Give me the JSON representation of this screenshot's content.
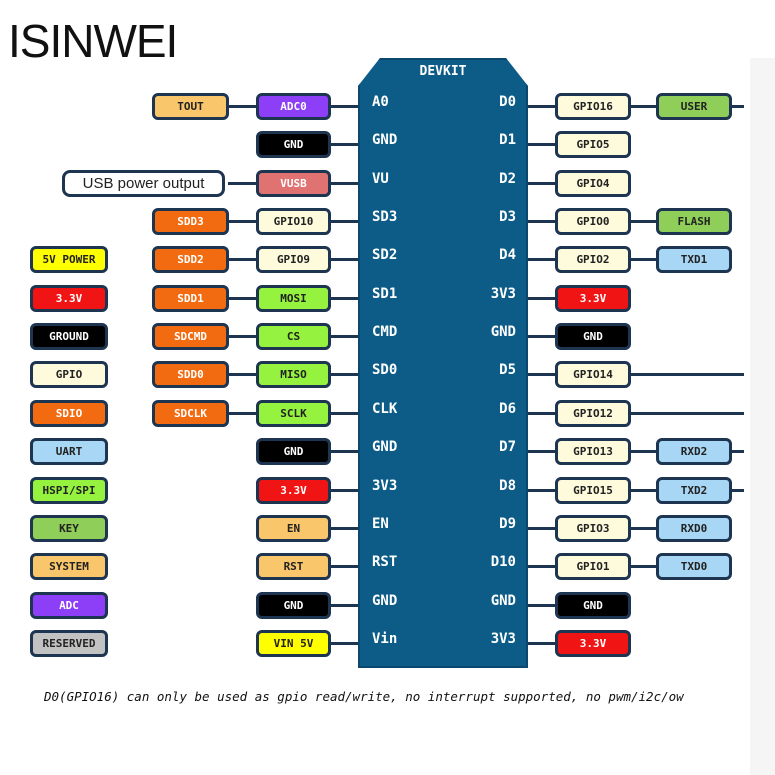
{
  "title": "ISINWEI",
  "board": {
    "title": "DEVKIT"
  },
  "colors": {
    "tout": "#f9c66c",
    "adc": "#8c3ff6",
    "gnd": "#000000",
    "vusb": "#e07272",
    "sdio": "#f26b10",
    "gpio": "#fdfbdb",
    "spi": "#95f23f",
    "power33": "#f01414",
    "system": "#f9c66c",
    "vin": "#ffff00",
    "key": "#8fce58",
    "uart": "#a8d6f5",
    "reserved": "#c2c2c2"
  },
  "left_rows": [
    {
      "pin": "A0",
      "inner": {
        "label": "TOUT",
        "c": "tout"
      },
      "fn": {
        "label": "ADC0",
        "c": "adc"
      }
    },
    {
      "pin": "GND",
      "fn": {
        "label": "GND",
        "c": "gnd"
      }
    },
    {
      "pin": "VU",
      "inner": {
        "label": "USB power output",
        "c": "usb"
      },
      "fn": {
        "label": "VUSB",
        "c": "vusb"
      }
    },
    {
      "pin": "SD3",
      "inner": {
        "label": "SDD3",
        "c": "sdio"
      },
      "fn": {
        "label": "GPIO10",
        "c": "gpio"
      }
    },
    {
      "pin": "SD2",
      "inner": {
        "label": "SDD2",
        "c": "sdio"
      },
      "fn": {
        "label": "GPIO9",
        "c": "gpio"
      }
    },
    {
      "pin": "SD1",
      "inner": {
        "label": "SDD1",
        "c": "sdio"
      },
      "fn": {
        "label": "MOSI",
        "c": "spi"
      }
    },
    {
      "pin": "CMD",
      "inner": {
        "label": "SDCMD",
        "c": "sdio"
      },
      "fn": {
        "label": "CS",
        "c": "spi"
      }
    },
    {
      "pin": "SD0",
      "inner": {
        "label": "SDD0",
        "c": "sdio"
      },
      "fn": {
        "label": "MISO",
        "c": "spi"
      }
    },
    {
      "pin": "CLK",
      "inner": {
        "label": "SDCLK",
        "c": "sdio"
      },
      "fn": {
        "label": "SCLK",
        "c": "spi"
      }
    },
    {
      "pin": "GND",
      "fn": {
        "label": "GND",
        "c": "gnd"
      }
    },
    {
      "pin": "3V3",
      "fn": {
        "label": "3.3V",
        "c": "power33"
      }
    },
    {
      "pin": "EN",
      "fn": {
        "label": "EN",
        "c": "system"
      }
    },
    {
      "pin": "RST",
      "fn": {
        "label": "RST",
        "c": "system"
      }
    },
    {
      "pin": "GND",
      "fn": {
        "label": "GND",
        "c": "gnd"
      }
    },
    {
      "pin": "Vin",
      "fn": {
        "label": "VIN 5V",
        "c": "vin"
      }
    }
  ],
  "right_rows": [
    {
      "pin": "D0",
      "fn": {
        "label": "GPIO16",
        "c": "gpio"
      },
      "alt": {
        "label": "USER",
        "c": "key"
      },
      "ext": true
    },
    {
      "pin": "D1",
      "fn": {
        "label": "GPIO5",
        "c": "gpio"
      }
    },
    {
      "pin": "D2",
      "fn": {
        "label": "GPIO4",
        "c": "gpio"
      }
    },
    {
      "pin": "D3",
      "fn": {
        "label": "GPIO0",
        "c": "gpio"
      },
      "alt": {
        "label": "FLASH",
        "c": "key"
      }
    },
    {
      "pin": "D4",
      "fn": {
        "label": "GPIO2",
        "c": "gpio"
      },
      "alt": {
        "label": "TXD1",
        "c": "uart"
      }
    },
    {
      "pin": "3V3",
      "fn": {
        "label": "3.3V",
        "c": "power33"
      }
    },
    {
      "pin": "GND",
      "fn": {
        "label": "GND",
        "c": "gnd"
      }
    },
    {
      "pin": "D5",
      "fn": {
        "label": "GPIO14",
        "c": "gpio"
      },
      "ext": true
    },
    {
      "pin": "D6",
      "fn": {
        "label": "GPIO12",
        "c": "gpio"
      },
      "ext": true
    },
    {
      "pin": "D7",
      "fn": {
        "label": "GPIO13",
        "c": "gpio"
      },
      "alt": {
        "label": "RXD2",
        "c": "uart"
      },
      "ext": true
    },
    {
      "pin": "D8",
      "fn": {
        "label": "GPIO15",
        "c": "gpio"
      },
      "alt": {
        "label": "TXD2",
        "c": "uart"
      },
      "ext": true
    },
    {
      "pin": "D9",
      "fn": {
        "label": "GPIO3",
        "c": "gpio"
      },
      "alt": {
        "label": "RXD0",
        "c": "uart"
      }
    },
    {
      "pin": "D10",
      "fn": {
        "label": "GPIO1",
        "c": "gpio"
      },
      "alt": {
        "label": "TXD0",
        "c": "uart"
      }
    },
    {
      "pin": "GND",
      "fn": {
        "label": "GND",
        "c": "gnd"
      }
    },
    {
      "pin": "3V3",
      "fn": {
        "label": "3.3V",
        "c": "power33"
      }
    }
  ],
  "legend": [
    {
      "label": "5V POWER",
      "c": "vin"
    },
    {
      "label": "3.3V",
      "c": "power33"
    },
    {
      "label": "GROUND",
      "c": "gnd"
    },
    {
      "label": "GPIO",
      "c": "gpio"
    },
    {
      "label": "SDIO",
      "c": "sdio"
    },
    {
      "label": "UART",
      "c": "uart"
    },
    {
      "label": "HSPI/SPI",
      "c": "spi"
    },
    {
      "label": "KEY",
      "c": "key"
    },
    {
      "label": "SYSTEM",
      "c": "system"
    },
    {
      "label": "ADC",
      "c": "adc"
    },
    {
      "label": "RESERVED",
      "c": "reserved"
    }
  ],
  "note": "D0(GPIO16) can only be used as gpio read/write, no interrupt supported, no pwm/i2c/ow"
}
